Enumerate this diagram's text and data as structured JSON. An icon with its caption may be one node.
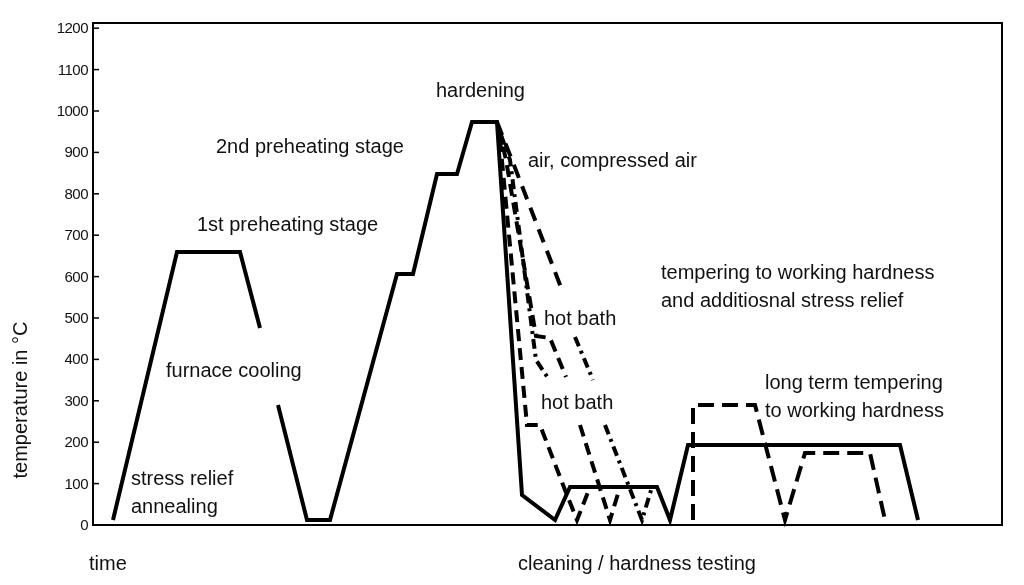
{
  "diagram": {
    "labels": [
      "1200",
      "1100",
      "1000",
      "900",
      "800",
      "700",
      "600",
      "500",
      "400",
      "300",
      "200",
      "100",
      "0",
      "hardening",
      "2nd preheating stage",
      "air, compressed air",
      "1st preheating stage",
      "tempering to working hardness and additiosnal stress relief",
      "hot bath",
      "furnace cooling",
      "long term tempering to working hardness",
      "hot bath",
      "stress relief annealing",
      "temperature in °C",
      "time",
      "cleaning / hardness testing"
    ]
  }
}
